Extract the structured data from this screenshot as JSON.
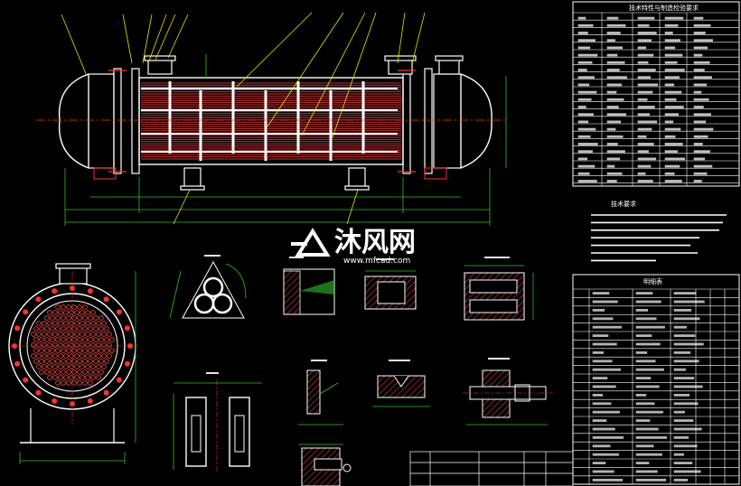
{
  "watermark": {
    "brand": "沐风网",
    "url": "www.mfcad.com"
  },
  "spec_table": {
    "title": "技术特性与制造检验要求"
  },
  "notes": {
    "title": "技术要求"
  },
  "parts_list": {
    "title": "明细表"
  },
  "colors": {
    "background": "#000000",
    "line": "#ffffff",
    "tube": "#c83232",
    "hatch": "#d04040",
    "dim": "#2fbf2f",
    "leader": "#e8e800",
    "accent": "#ff3030"
  }
}
